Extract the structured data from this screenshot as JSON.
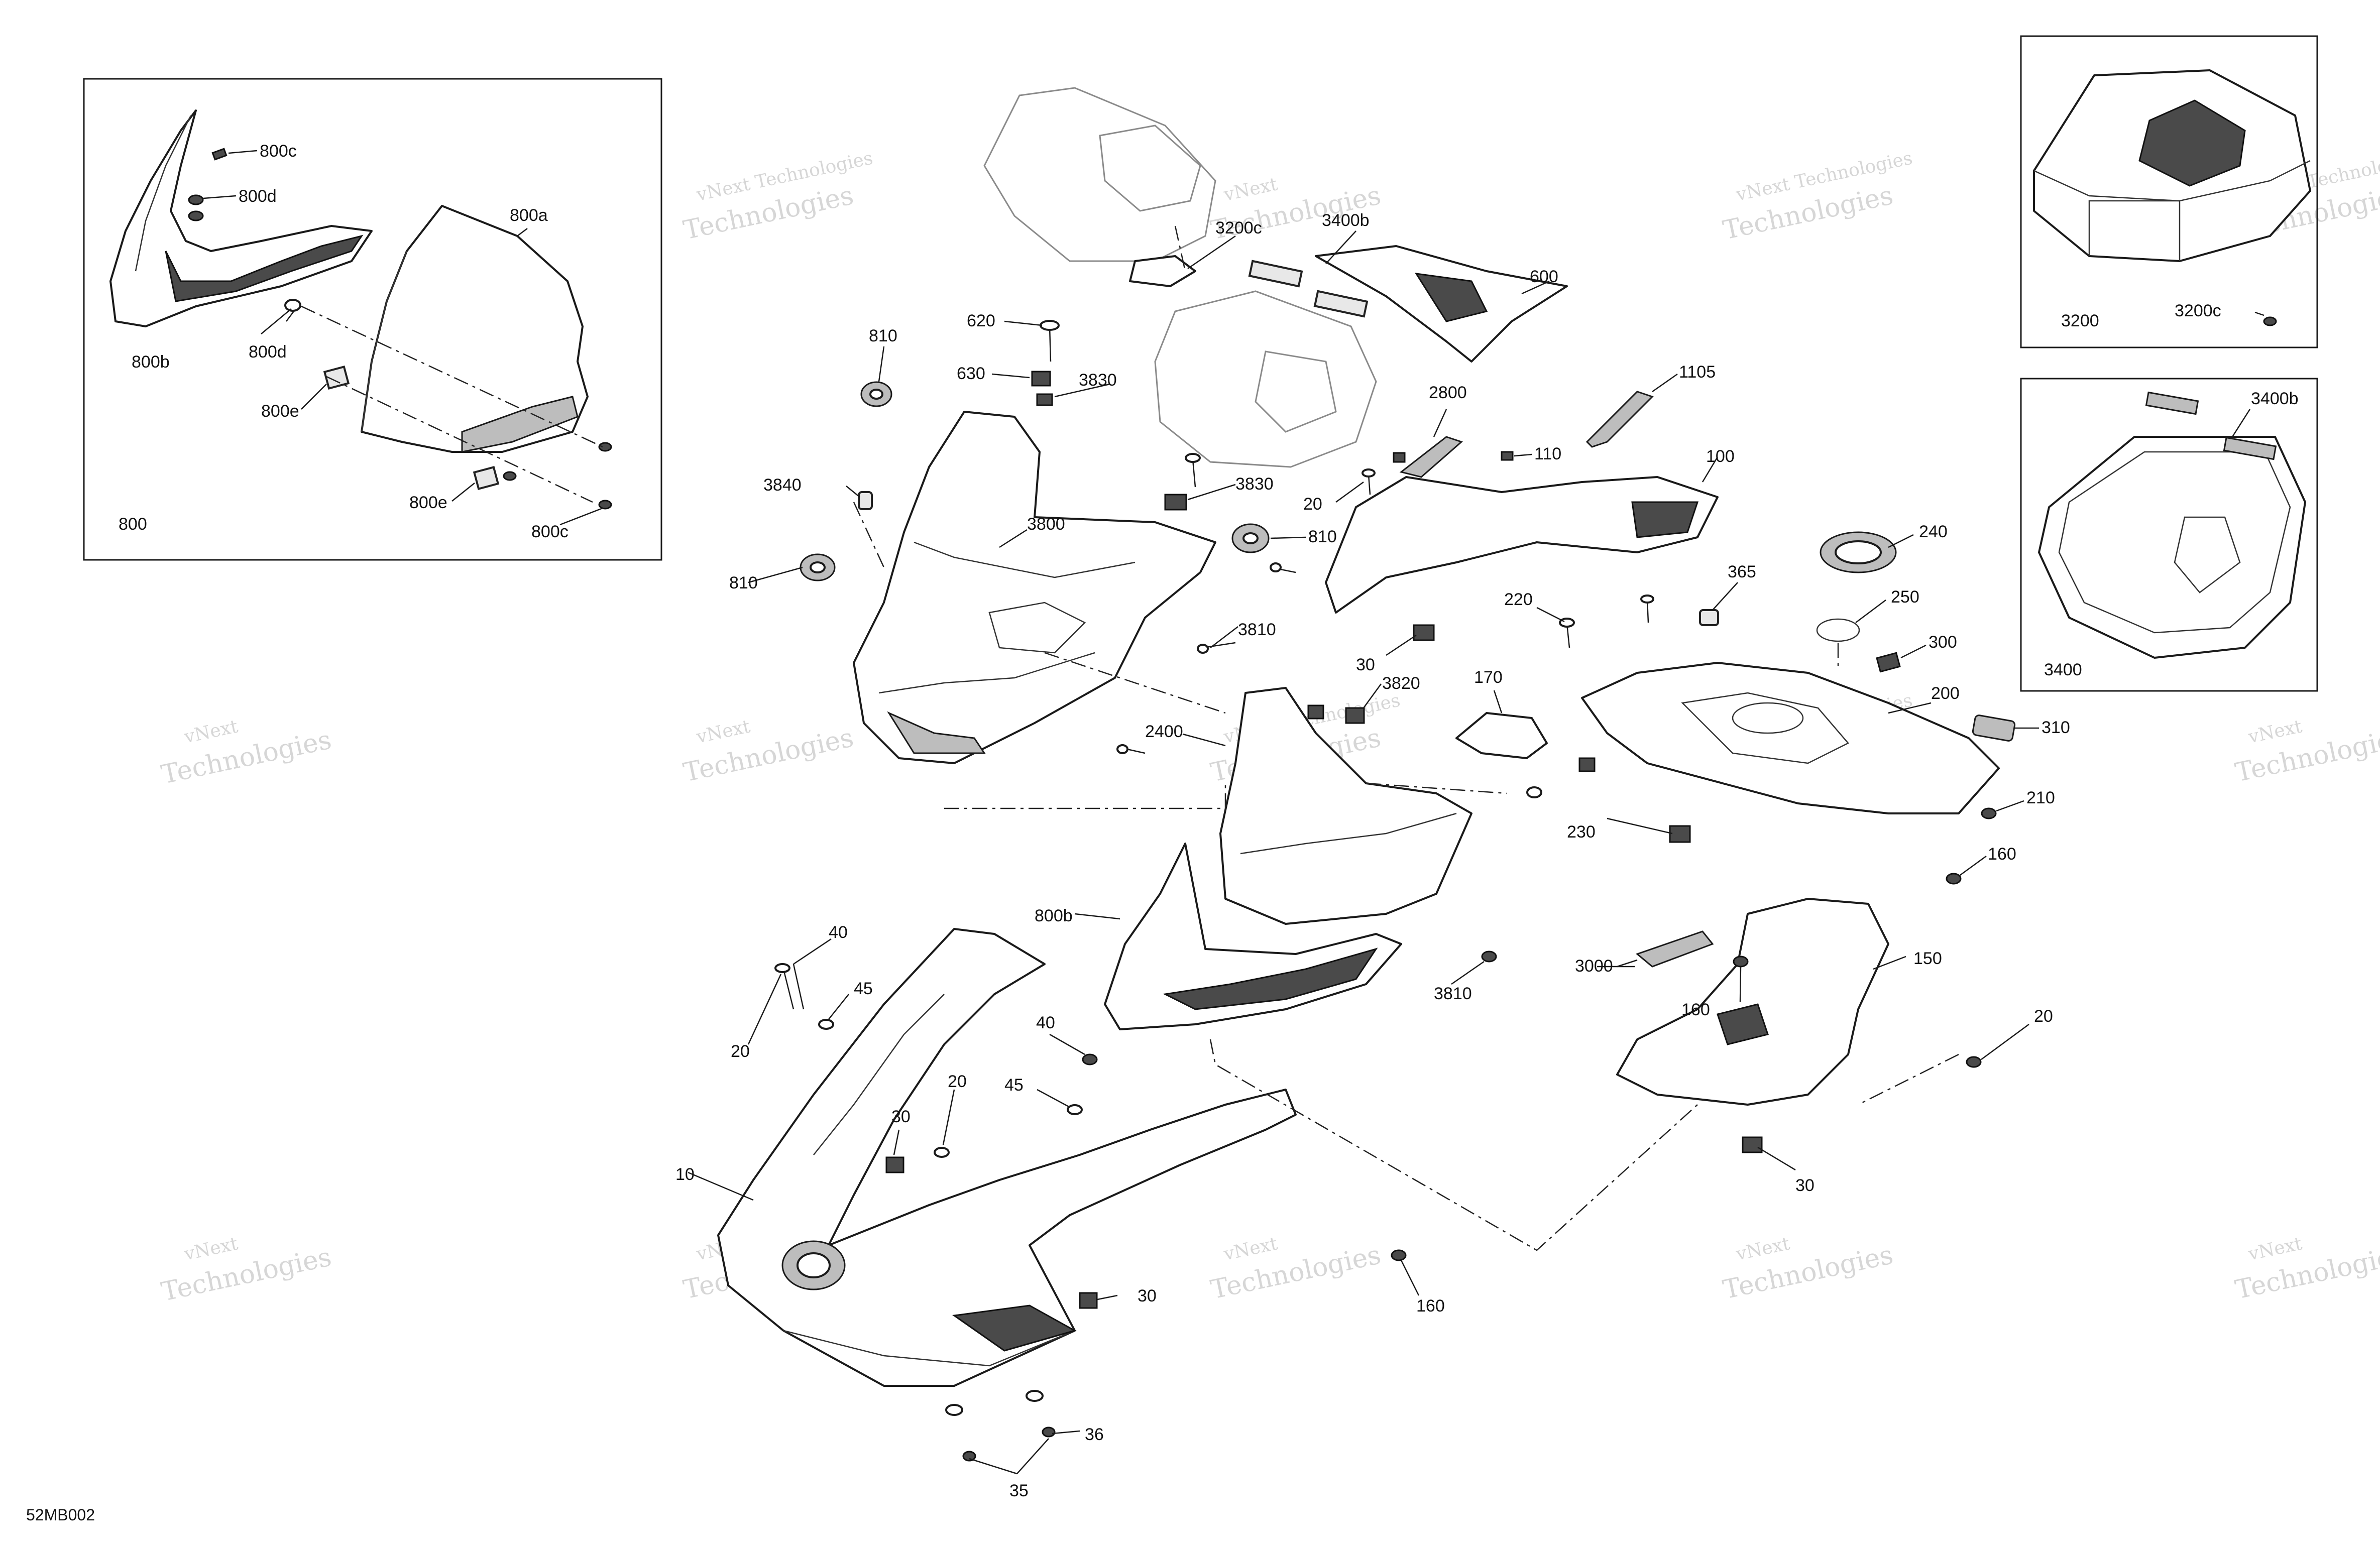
{
  "drawing_code": "52MB002",
  "watermark": {
    "line1": "vNext Technologies",
    "line2": "vNext",
    "line3": "Technologies"
  },
  "callouts": {
    "c800c_top": "800c",
    "c800d_top": "800d",
    "c800a": "800a",
    "c800b_inset": "800b",
    "c800d_low": "800d",
    "c800e_top": "800e",
    "c800e_low": "800e",
    "c800c_low": "800c",
    "c800": "800",
    "c3200c_main": "3200c",
    "c3400b_main": "3400b",
    "c600": "600",
    "c620": "620",
    "c630": "630",
    "c3830_top": "3830",
    "c810_top": "810",
    "c3840": "3840",
    "c3830_mid": "3830",
    "c3800": "3800",
    "c810_right": "810",
    "c810_left": "810",
    "c20_top": "20",
    "c2800": "2800",
    "c110": "110",
    "c1105": "1105",
    "c100": "100",
    "c3810_top": "3810",
    "c30_top": "30",
    "c220": "220",
    "c365": "365",
    "c240": "240",
    "c250": "250",
    "c300": "300",
    "c3820": "3820",
    "c170": "170",
    "c2400": "2400",
    "c200": "200",
    "c310": "310",
    "c210": "210",
    "c230": "230",
    "c160_right": "160",
    "c800b_main": "800b",
    "c3000": "3000",
    "c150": "150",
    "c3810_low": "3810",
    "c160_mid": "160",
    "c40_left": "40",
    "c45_left": "45",
    "c20_left": "20",
    "c40_mid": "40",
    "c45_mid": "45",
    "c20_mid": "20",
    "c30_left": "30",
    "c10": "10",
    "c20_right": "20",
    "c30_right": "30",
    "c30_bottom": "30",
    "c160_bottom": "160",
    "c36": "36",
    "c35": "35",
    "c3200": "3200",
    "c3200c_inset": "3200c",
    "c3400b_inset": "3400b",
    "c3400": "3400"
  },
  "icons": [
    "fastener-icon",
    "grommet-icon",
    "clip-nut-icon",
    "rubber-pad-icon"
  ]
}
